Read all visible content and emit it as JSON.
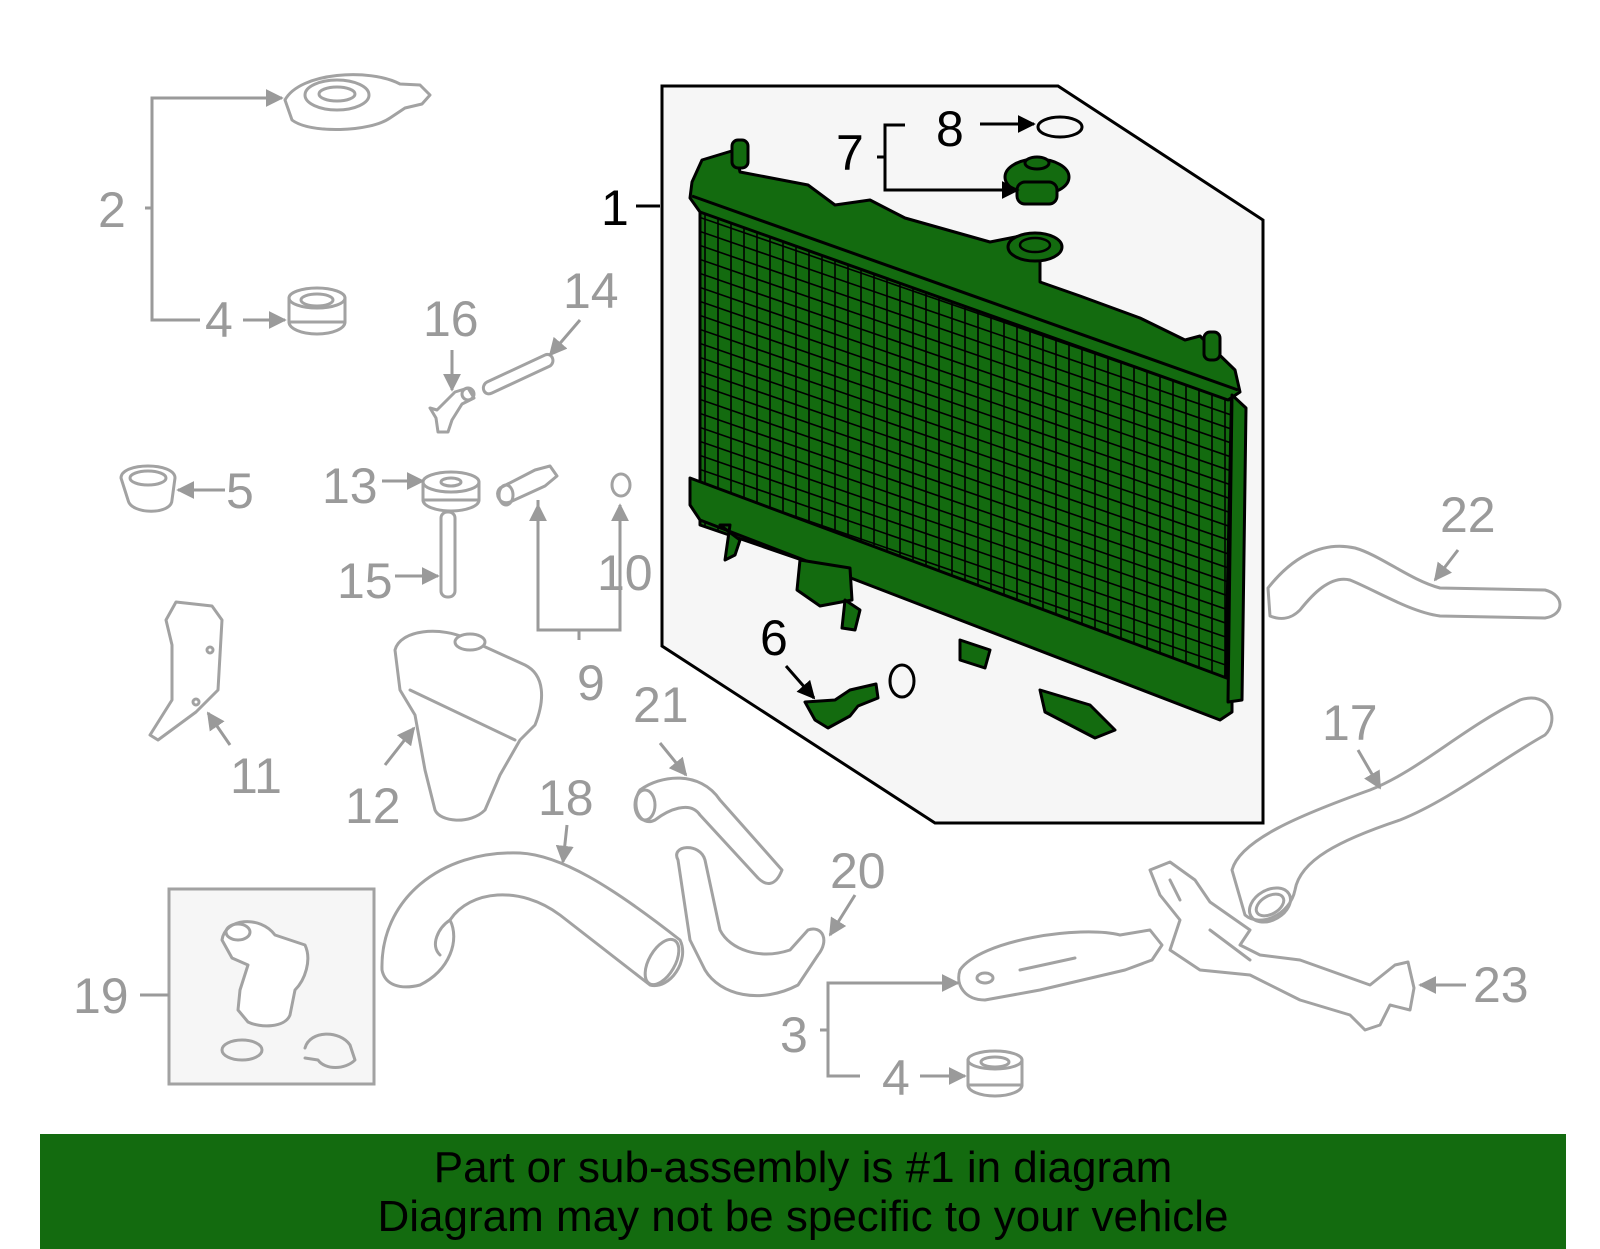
{
  "callouts": {
    "c1": "1",
    "c2": "2",
    "c3": "3",
    "c4a": "4",
    "c4b": "4",
    "c5": "5",
    "c6": "6",
    "c7": "7",
    "c8": "8",
    "c9": "9",
    "c10": "10",
    "c11": "11",
    "c12": "12",
    "c13": "13",
    "c14": "14",
    "c15": "15",
    "c16": "16",
    "c17": "17",
    "c18": "18",
    "c19": "19",
    "c20": "20",
    "c21": "21",
    "c22": "22",
    "c23": "23"
  },
  "banner": {
    "line1": "Part or sub-assembly is #1 in diagram",
    "line2": "Diagram may not be specific to your vehicle"
  },
  "colors": {
    "highlight": "#136b0f",
    "callout_gray": "#9a9a9a",
    "panel": "#f6f6f6"
  }
}
